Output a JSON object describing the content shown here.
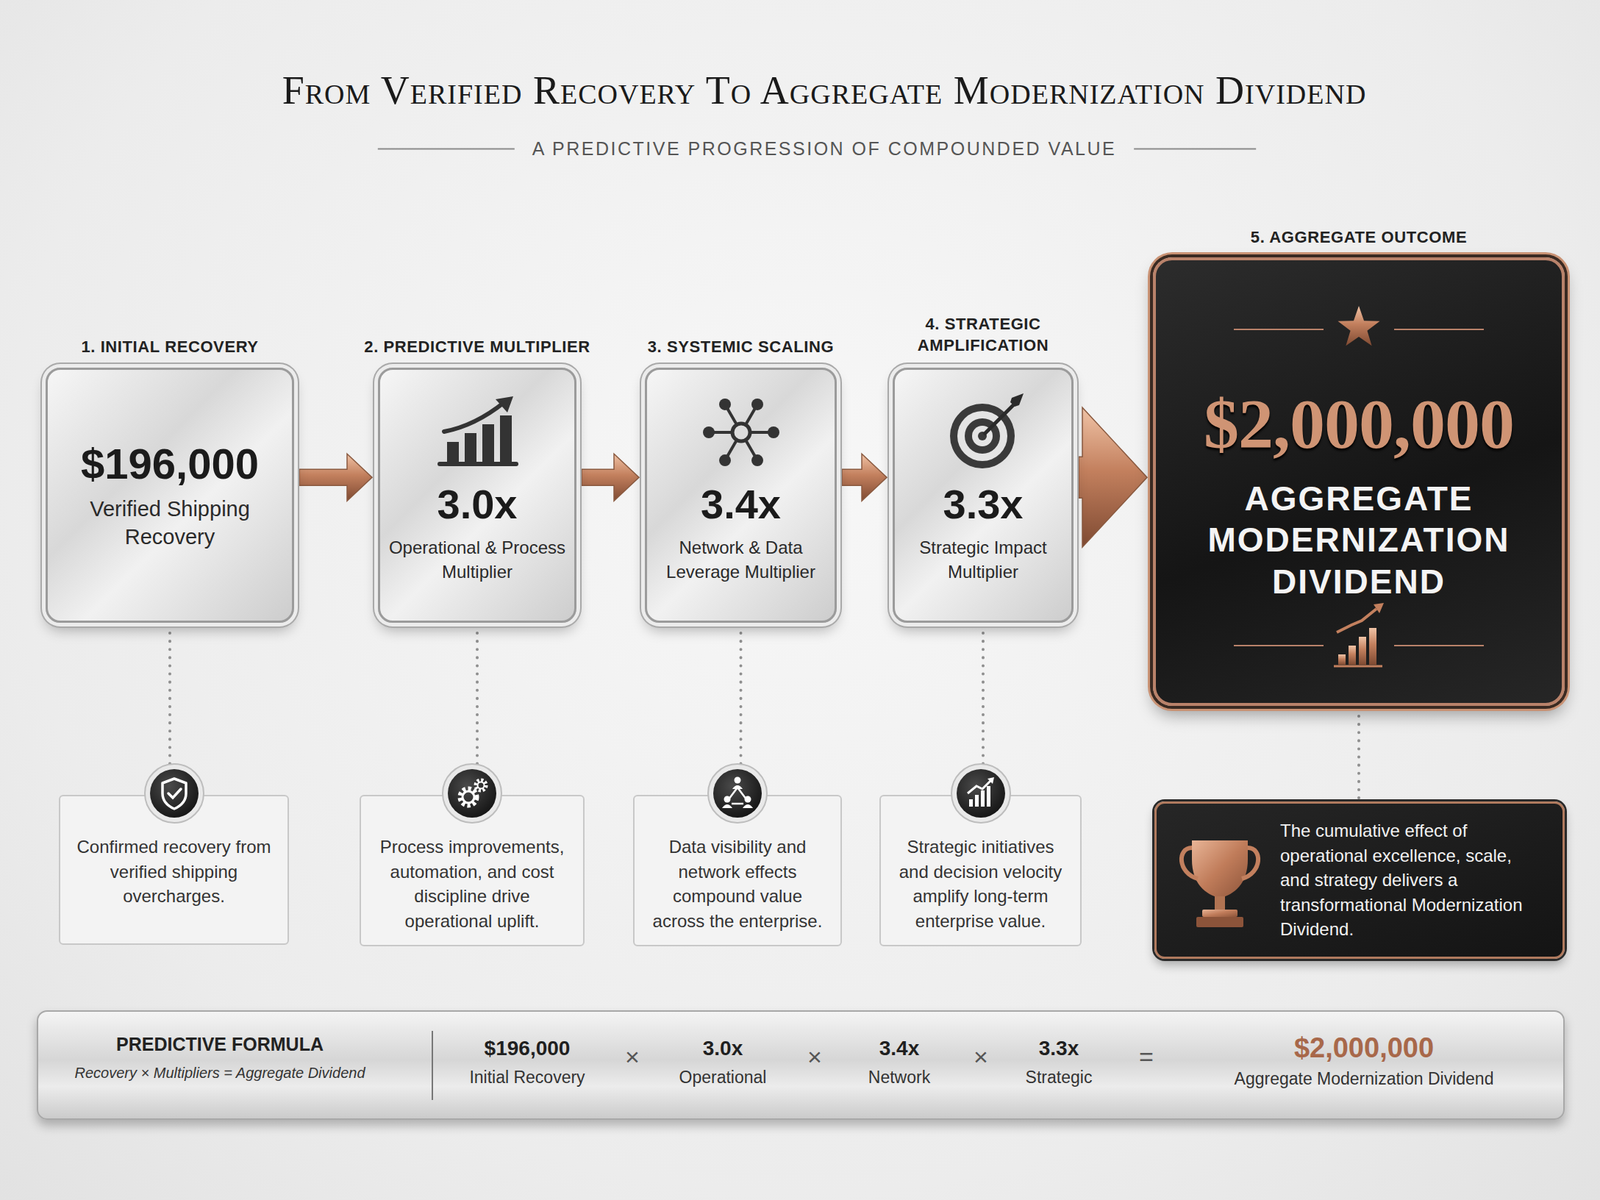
{
  "diagram": {
    "title": "From Verified Recovery To Aggregate Modernization Dividend",
    "nodes": [
      {
        "text": [
          "1. INITIAL RECOVERY",
          "$196,000",
          "Verified Shipping Recovery"
        ]
      },
      {
        "text": [
          "2. PREDICTIVE MULTIPLIER",
          "3.0x",
          "Operational & Process Multiplier"
        ]
      },
      {
        "text": [
          "3. SYSTEMIC SCALING",
          "3.4x",
          "Network & Data Leverage Multiplier"
        ]
      },
      {
        "text": [
          "4. STRATEGIC AMPLIFICATION",
          "3.3x",
          "Strategic Impact Multiplier"
        ]
      },
      {
        "text": [
          "5. AGGREGATE OUTCOME",
          "$2,000,000",
          "AGGREGATE MODERNIZATION DIVIDEND"
        ]
      },
      {
        "text": [
          "Confirmed recovery from verified shipping overcharges."
        ]
      },
      {
        "text": [
          "Process improvements, automation, and cost discipline drive operational uplift."
        ]
      },
      {
        "text": [
          "Data visibility and network effects compound value across the enterprise."
        ]
      },
      {
        "text": [
          "Strategic initiatives and decision velocity amplify long-term enterprise value."
        ]
      },
      {
        "text": [
          "The cumulative effect of operational excellence, scale, and strategy delivers a transformational Modernization Dividend."
        ]
      },
      {
        "text": [
          "PREDICTIVE FORMULA",
          "Recovery × Multipliers = Aggregate Dividend",
          "$196,000",
          "Initial Recovery",
          "×",
          "3.0x",
          "Operational",
          "×",
          "3.4x",
          "Network",
          "×",
          "3.3x",
          "Strategic",
          "=",
          "$2,000,000",
          "Aggregate Modernization Dividend"
        ]
      }
    ],
    "edges": [
      {
        "from": 0,
        "to": 1,
        "arrow": "to"
      },
      {
        "from": 1,
        "to": 2,
        "arrow": "to"
      },
      {
        "from": 2,
        "to": 3,
        "arrow": "to"
      },
      {
        "from": 3,
        "to": 4,
        "arrow": "to"
      },
      {
        "from": 0,
        "to": 5,
        "arrow": "none"
      },
      {
        "from": 1,
        "to": 6,
        "arrow": "none"
      },
      {
        "from": 2,
        "to": 7,
        "arrow": "none"
      },
      {
        "from": 3,
        "to": 8,
        "arrow": "none"
      },
      {
        "from": 4,
        "to": 9,
        "arrow": "none"
      }
    ],
    "labels": [
      "A PREDICTIVE PROGRESSION OF COMPOUNDED VALUE"
    ]
  }
}
